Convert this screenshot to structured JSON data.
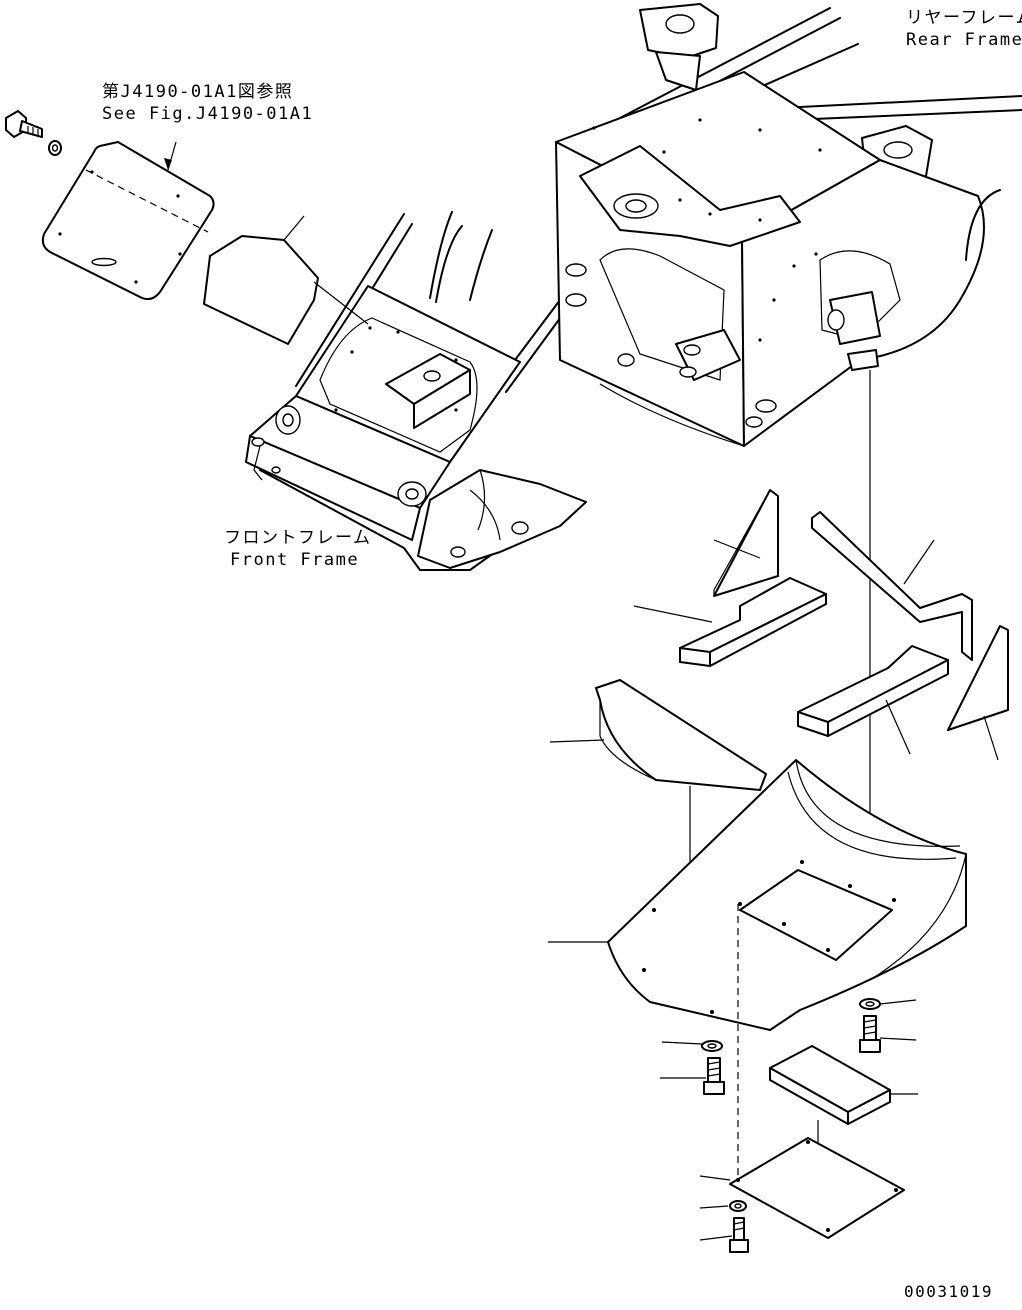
{
  "references": {
    "figure_ref_ja": "第J4190-01A1図参照",
    "figure_ref_en": "See Fig.J4190-01A1"
  },
  "labels": {
    "rear_frame_ja": "リヤーフレーム",
    "rear_frame_en": "Rear Frame",
    "front_frame_ja": "フロントフレーム",
    "front_frame_en": "Front Frame"
  },
  "drawing_number": "00031019"
}
